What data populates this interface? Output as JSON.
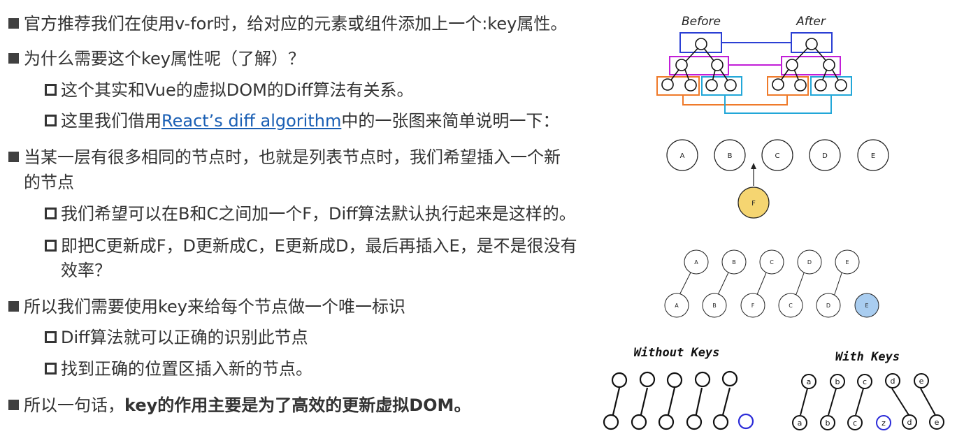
{
  "bullets": {
    "b1": "官方推荐我们在使用v-for时，给对应的元素或组件添加上一个:key属性。",
    "b2": "为什么需要这个key属性呢（了解）？",
    "b2_1": "这个其实和Vue的虚拟DOM的Diff算法有关系。",
    "b2_2_pre": "这里我们借用",
    "b2_2_link": "React’s diff algorithm",
    "b2_2_post": "中的一张图来简单说明一下：",
    "b3_line1": "当某一层有很多相同的节点时，也就是列表节点时，我们希望插入一个新",
    "b3_line2": "的节点",
    "b3_1": "我们希望可以在B和C之间加一个F，Diff算法默认执行起来是这样的。",
    "b3_2_line1": "即把C更新成F，D更新成C，E更新成D，最后再插入E，是不是很没有",
    "b3_2_line2": "效率？",
    "b4": "所以我们需要使用key来给每个节点做一个唯一标识",
    "b4_1": "Diff算法就可以正确的识别此节点",
    "b4_2": "找到正确的位置区插入新的节点。",
    "b5_pre": "所以一句话，",
    "b5_bold": "key的作用主要是为了高效的更新虚拟DOM。"
  },
  "diagram_tree": {
    "before_label": "Before",
    "after_label": "After"
  },
  "diagram_insert": {
    "nodes": [
      "A",
      "B",
      "C",
      "D",
      "E"
    ],
    "new_node": "F"
  },
  "diagram_update": {
    "top": [
      "A",
      "B",
      "C",
      "D",
      "E"
    ],
    "bottom": [
      "A",
      "B",
      "F",
      "C",
      "D",
      "E"
    ]
  },
  "diagram_keys": {
    "without_label": "Without Keys",
    "with_label": "With Keys",
    "with_top": [
      "a",
      "b",
      "c",
      "d",
      "e"
    ],
    "with_bottom": [
      "a",
      "b",
      "c",
      "z",
      "d",
      "e"
    ]
  },
  "colors": {
    "tree_blue": "#2b3fd4",
    "tree_purple": "#c21ed8",
    "tree_orange": "#ef7a2a",
    "tree_cyan": "#22a7d8",
    "new_node_yellow": "#f5d571",
    "new_node_blue": "#a9cdf0",
    "key_new_node": "#2b2bd8",
    "link": "#1a5fb4"
  }
}
